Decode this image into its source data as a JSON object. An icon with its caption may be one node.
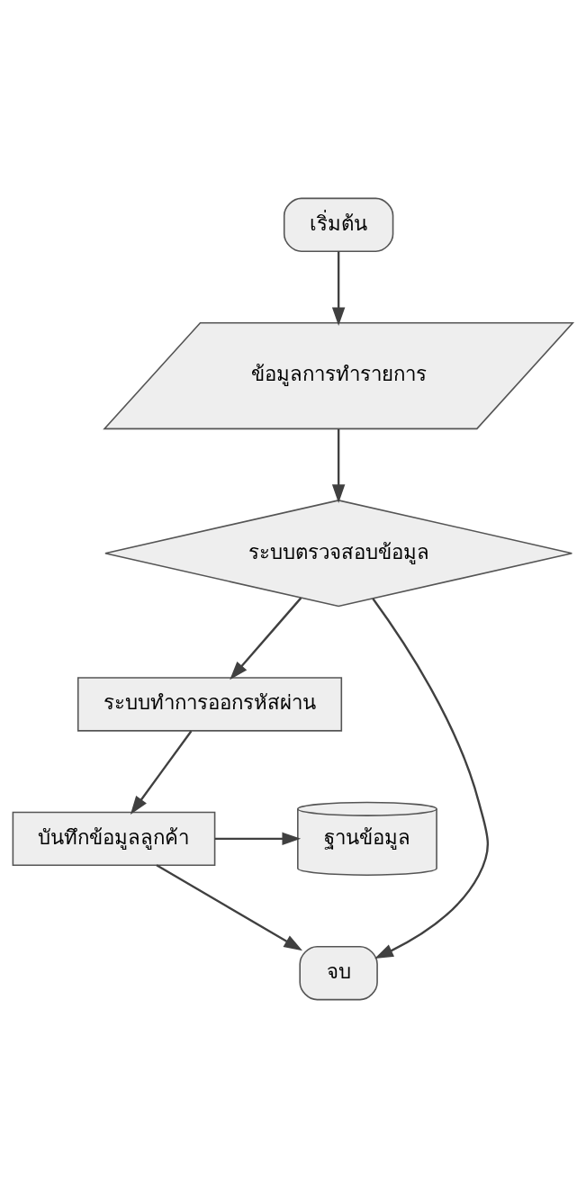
{
  "diagram": {
    "nodes": [
      {
        "text": [
          "เริ่มต้น"
        ]
      },
      {
        "text": [
          "ข้อมูลการทำรายการ"
        ]
      },
      {
        "text": [
          "ระบบตรวจสอบข้อมูล"
        ]
      },
      {
        "text": [
          "ระบบทำการออกรหัสผ่าน"
        ]
      },
      {
        "text": [
          "ฐานข้อมูล"
        ]
      },
      {
        "text": [
          "บันทึกข้อมูลลูกค้า"
        ]
      },
      {
        "text": [
          "จบ"
        ]
      }
    ],
    "edges": [
      {
        "from": 0,
        "to": 1,
        "arrow": "to"
      },
      {
        "from": 1,
        "to": 2,
        "arrow": "to"
      },
      {
        "from": 2,
        "to": 6,
        "arrow": "to"
      },
      {
        "from": 2,
        "to": 3,
        "arrow": "to"
      },
      {
        "from": 3,
        "to": 5,
        "arrow": "to"
      },
      {
        "from": 5,
        "to": 4,
        "arrow": "to"
      },
      {
        "from": 5,
        "to": 6,
        "arrow": "to"
      }
    ]
  }
}
